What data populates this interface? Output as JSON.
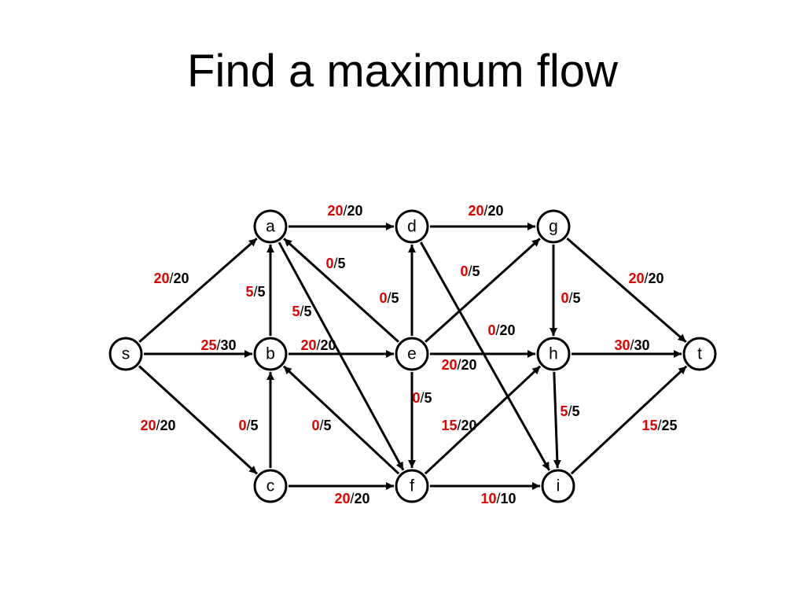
{
  "title": "Find a maximum flow",
  "colors": {
    "flow": "#e00000",
    "capacity": "#000000",
    "edge": "#000000",
    "node_fill": "#ffffff"
  },
  "nodes": [
    {
      "id": "s",
      "label": "s"
    },
    {
      "id": "a",
      "label": "a"
    },
    {
      "id": "b",
      "label": "b"
    },
    {
      "id": "c",
      "label": "c"
    },
    {
      "id": "d",
      "label": "d"
    },
    {
      "id": "e",
      "label": "e"
    },
    {
      "id": "f",
      "label": "f"
    },
    {
      "id": "g",
      "label": "g"
    },
    {
      "id": "h",
      "label": "h"
    },
    {
      "id": "i",
      "label": "i"
    },
    {
      "id": "t",
      "label": "t"
    }
  ],
  "edges": [
    {
      "id": "s-a",
      "from": "s",
      "to": "a",
      "flow": "20",
      "capacity": "20"
    },
    {
      "id": "s-b",
      "from": "s",
      "to": "b",
      "flow": "25",
      "capacity": "30"
    },
    {
      "id": "s-c",
      "from": "s",
      "to": "c",
      "flow": "20",
      "capacity": "20"
    },
    {
      "id": "b-a",
      "from": "b",
      "to": "a",
      "flow": "5",
      "capacity": "5"
    },
    {
      "id": "a-f",
      "from": "a",
      "to": "f",
      "flow": "5",
      "capacity": "5"
    },
    {
      "id": "c-b",
      "from": "c",
      "to": "b",
      "flow": "0",
      "capacity": "5"
    },
    {
      "id": "f-b",
      "from": "f",
      "to": "b",
      "flow": "0",
      "capacity": "5"
    },
    {
      "id": "a-d",
      "from": "a",
      "to": "d",
      "flow": "20",
      "capacity": "20"
    },
    {
      "id": "e-a",
      "from": "e",
      "to": "a",
      "flow": "0",
      "capacity": "5"
    },
    {
      "id": "b-e",
      "from": "b",
      "to": "e",
      "flow": "20",
      "capacity": "20"
    },
    {
      "id": "c-f",
      "from": "c",
      "to": "f",
      "flow": "20",
      "capacity": "20"
    },
    {
      "id": "e-d",
      "from": "e",
      "to": "d",
      "flow": "0",
      "capacity": "5"
    },
    {
      "id": "d-g",
      "from": "d",
      "to": "g",
      "flow": "20",
      "capacity": "20"
    },
    {
      "id": "d-i",
      "from": "d",
      "to": "i",
      "flow": "0",
      "capacity": "20"
    },
    {
      "id": "e-g",
      "from": "e",
      "to": "g",
      "flow": "0",
      "capacity": "5"
    },
    {
      "id": "e-h",
      "from": "e",
      "to": "h",
      "flow": "20",
      "capacity": "20"
    },
    {
      "id": "e-f",
      "from": "e",
      "to": "f",
      "flow": "0",
      "capacity": "5"
    },
    {
      "id": "f-h",
      "from": "f",
      "to": "h",
      "flow": "15",
      "capacity": "20"
    },
    {
      "id": "f-i",
      "from": "f",
      "to": "i",
      "flow": "10",
      "capacity": "10"
    },
    {
      "id": "g-h",
      "from": "g",
      "to": "h",
      "flow": "0",
      "capacity": "5"
    },
    {
      "id": "g-t",
      "from": "g",
      "to": "t",
      "flow": "20",
      "capacity": "20"
    },
    {
      "id": "h-t",
      "from": "h",
      "to": "t",
      "flow": "30",
      "capacity": "30"
    },
    {
      "id": "h-i",
      "from": "h",
      "to": "i",
      "flow": "5",
      "capacity": "5"
    },
    {
      "id": "i-t",
      "from": "i",
      "to": "t",
      "flow": "15",
      "capacity": "25"
    }
  ]
}
